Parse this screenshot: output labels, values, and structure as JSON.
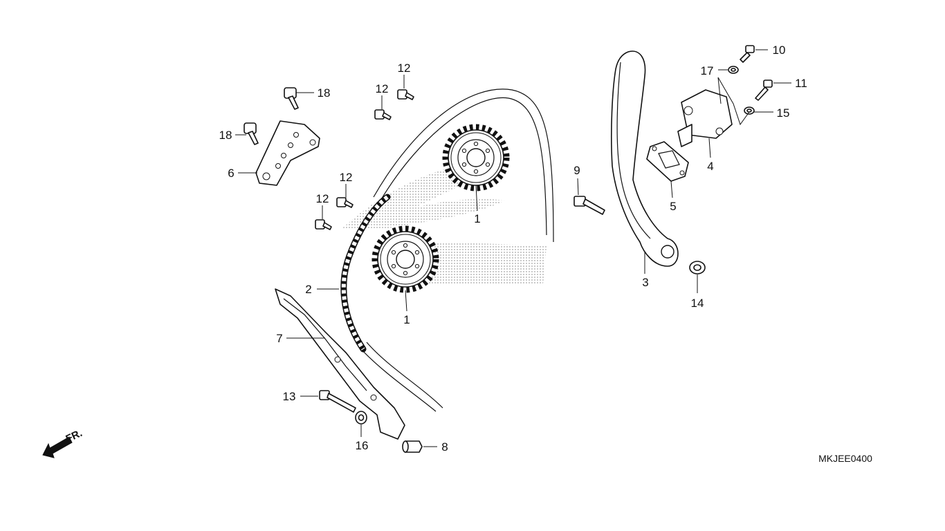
{
  "diagram": {
    "code": "MKJEE0400",
    "front_label": "FR.",
    "callouts": {
      "sprocket_upper": "1",
      "sprocket_lower": "1",
      "chain": "2",
      "tensioner_arm": "3",
      "tensioner_lifter": "4",
      "gasket": "5",
      "guide_plate": "6",
      "chain_guide": "7",
      "collar": "8",
      "pivot_bolt": "9",
      "bolt_10": "10",
      "bolt_11": "11",
      "bolt_12_a": "12",
      "bolt_12_b": "12",
      "bolt_12_c": "12",
      "bolt_12_d": "12",
      "bolt_13": "13",
      "washer_14": "14",
      "washer_15": "15",
      "washer_16": "16",
      "washer_17": "17",
      "bolt_18_a": "18",
      "bolt_18_b": "18"
    }
  }
}
